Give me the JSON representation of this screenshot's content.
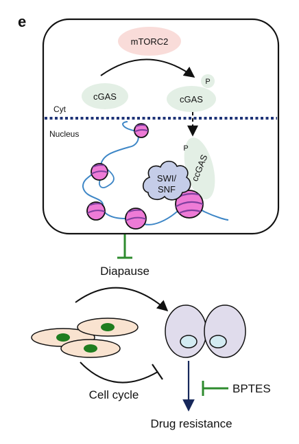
{
  "panel_label": "e",
  "cell": {
    "mtorc2": "mTORC2",
    "cgas_cyto": "cGAS",
    "cgas_p": "cGAS",
    "phospho": "P",
    "compartment_cyt": "Cyt",
    "compartment_nucleus": "Nucleus",
    "ccgas": "ccGAS",
    "ccgas_phospho": "P",
    "swi_snf_line1": "SWI/",
    "swi_snf_line2": "SNF"
  },
  "outcome": {
    "diapause": "Diapause",
    "cell_cycle": "Cell cycle",
    "bptes": "BPTES",
    "drug_resistance": "Drug resistance"
  },
  "colors": {
    "outline": "#111111",
    "mtorc2_fill": "#f9dcd9",
    "cgas_fill": "#e3efe5",
    "dna_strand": "#3d86c6",
    "nucleosome_fill": "#ee7bd6",
    "nucleosome_band": "#7e3f9e",
    "swi_snf_fill": "#c5cde8",
    "inhibition": "#2e8b2e",
    "drug_arrow": "#16275a",
    "fibroblast_fill": "#f9e3d0",
    "fibroblast_nucleus": "#1f7d1f",
    "diapause_cell_fill": "#e0dcec",
    "diapause_nucleus_fill": "#d3ebf2",
    "nuclear_envelope": "#1f3477"
  }
}
